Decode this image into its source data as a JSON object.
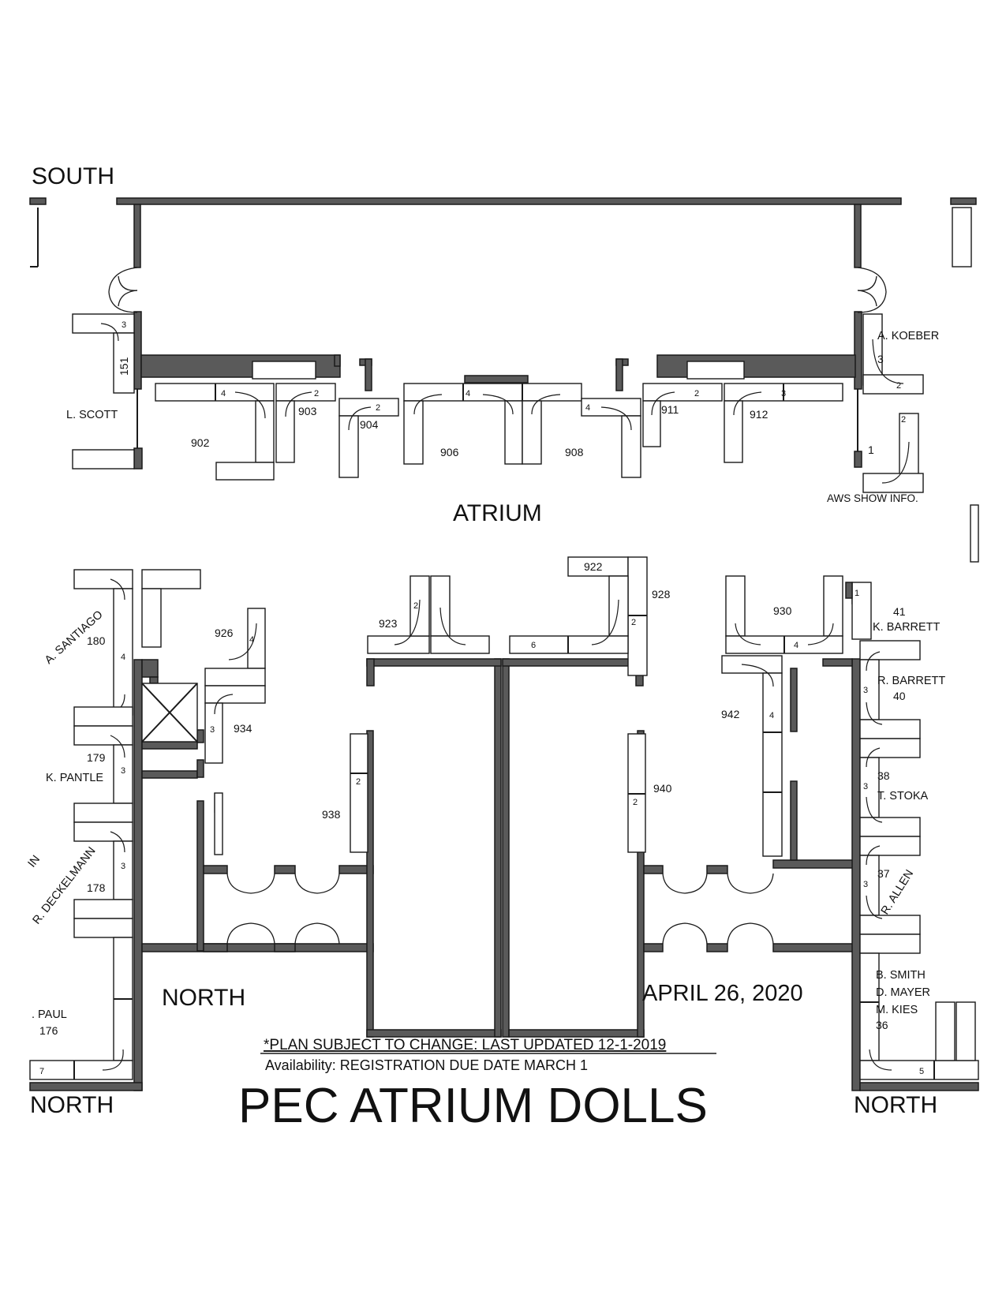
{
  "headings": {
    "south": "SOUTH",
    "atrium": "ATRIUM",
    "north_center": "NORTH",
    "north_left": "NORTH",
    "north_right": "NORTH",
    "date": "APRIL 26, 2020",
    "notice": "*PLAN SUBJECT TO CHANGE: LAST UPDATED 12-1-2019",
    "availability": "Availability:  REGISTRATION DUE DATE MARCH 1",
    "title": "PEC ATRIUM DOLLS"
  },
  "booths": {
    "b902": "902",
    "b903": "903",
    "b904": "904",
    "b906": "906",
    "b908": "908",
    "b911": "911",
    "b912": "912",
    "b922": "922",
    "b923": "923",
    "b926": "926",
    "b928": "928",
    "b930": "930",
    "b934": "934",
    "b938": "938",
    "b940": "940",
    "b942": "942",
    "b151": "151",
    "b180": "180",
    "b179": "179",
    "b178": "178",
    "b176": "176",
    "b41": "41",
    "b40": "40",
    "b38": "38",
    "b37": "37",
    "b36": "36",
    "b1": "1",
    "b2": "2"
  },
  "exhibitors": {
    "scott": "L. SCOTT",
    "koeber": "A. KOEBER",
    "aws": "AWS SHOW INFO.",
    "santiago": "A. SANTIAGO",
    "pantle": "K. PANTLE",
    "deckelmann": "R. DECKELMANN",
    "paul": ". PAUL",
    "in": "IN",
    "kbarrett": "K. BARRETT",
    "rbarrett": "R. BARRETT",
    "stoka": "T. STOKA",
    "allen": "R. ALLEN",
    "smith": "B. SMITH",
    "mayer": "D. MAYER",
    "kies": "M. KIES"
  },
  "table_counts": {
    "c3a": "3",
    "c4a": "4",
    "c2a": "2",
    "c2b": "2",
    "c4b": "4",
    "c4c": "4",
    "c2c": "2",
    "c3b": "3",
    "c3c": "3",
    "c2d": "2",
    "c2e": "2",
    "c4d": "4",
    "c2f": "2",
    "c6": "6",
    "c4e": "4",
    "c3d": "3",
    "c3e": "3",
    "c3f": "3",
    "c3g": "3",
    "c2g": "2",
    "c2h": "2",
    "c4f": "4",
    "c4g": "4",
    "c1": "1",
    "c3h": "3",
    "c3i": "3",
    "c3j": "3",
    "c5": "5",
    "c7": "7"
  }
}
